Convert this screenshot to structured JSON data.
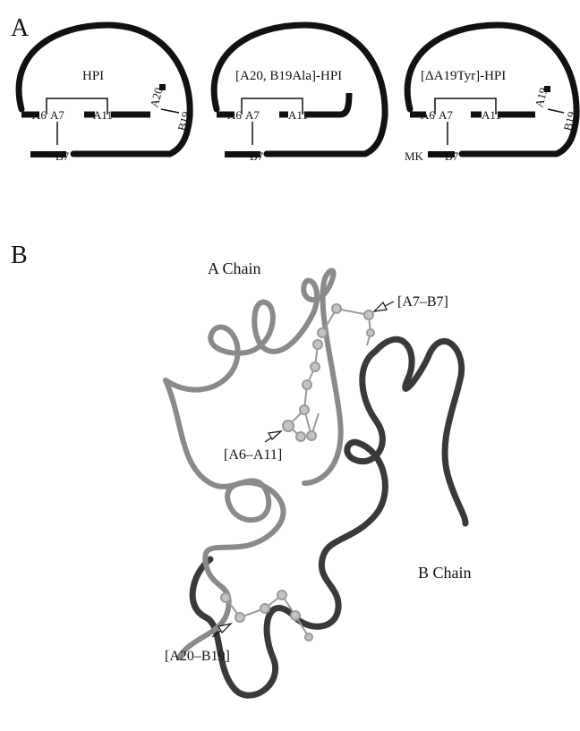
{
  "panel_a": {
    "label": "A",
    "diagrams": [
      {
        "title": "HPI",
        "left_labels": [
          "A6",
          "A7",
          "A11"
        ],
        "bridge_label": "B7",
        "right_labels": [
          "A20",
          "B19"
        ]
      },
      {
        "title": "[A20, B19Ala]-HPI",
        "left_labels": [
          "A6",
          "A7",
          "A11"
        ],
        "bridge_label": "B7",
        "right_labels": []
      },
      {
        "title": "[ΔA19Tyr]-HPI",
        "left_labels": [
          "A6",
          "A7",
          "A11"
        ],
        "bridge_label": "B7",
        "prefix_label": "MK",
        "right_labels": [
          "A19",
          "B19"
        ]
      }
    ]
  },
  "panel_b": {
    "label": "B",
    "a_chain_label": "A Chain",
    "b_chain_label": "B Chain",
    "annotations": [
      "[A7–B7]",
      "[A6–A11]",
      "[A20–B19]"
    ]
  },
  "colors": {
    "ink": "#111111",
    "ribbon_dark": "#3a3a3a",
    "ribbon_light": "#8a8a8a",
    "atom": "#bdbdbd"
  }
}
